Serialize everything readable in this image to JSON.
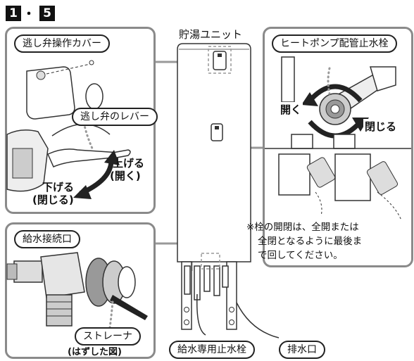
{
  "header": {
    "badge_left": "1",
    "separator": "・",
    "badge_right": "5"
  },
  "center": {
    "title": "貯湯ユニット"
  },
  "relief_panel": {
    "cover_label": "逃し弁操作カバー",
    "lever_label": "逃し弁のレバー",
    "raise_line1": "上げる",
    "raise_line2": "(開く)",
    "lower_line1": "下げる",
    "lower_line2": "(閉じる)"
  },
  "heatpump_panel": {
    "label": "ヒートポンプ配管止水栓",
    "open": "開く",
    "close": "閉じる",
    "note": [
      "※栓の開閉は、全開または",
      "全閉となるように最後ま",
      "で回してください。"
    ]
  },
  "water_panel": {
    "label": "給水接続口",
    "strainer_label": "ストレーナ",
    "strainer_sub": "(はずした図)"
  },
  "bottom_labels": {
    "supply_valve": "給水専用止水栓",
    "drain": "排水口"
  }
}
